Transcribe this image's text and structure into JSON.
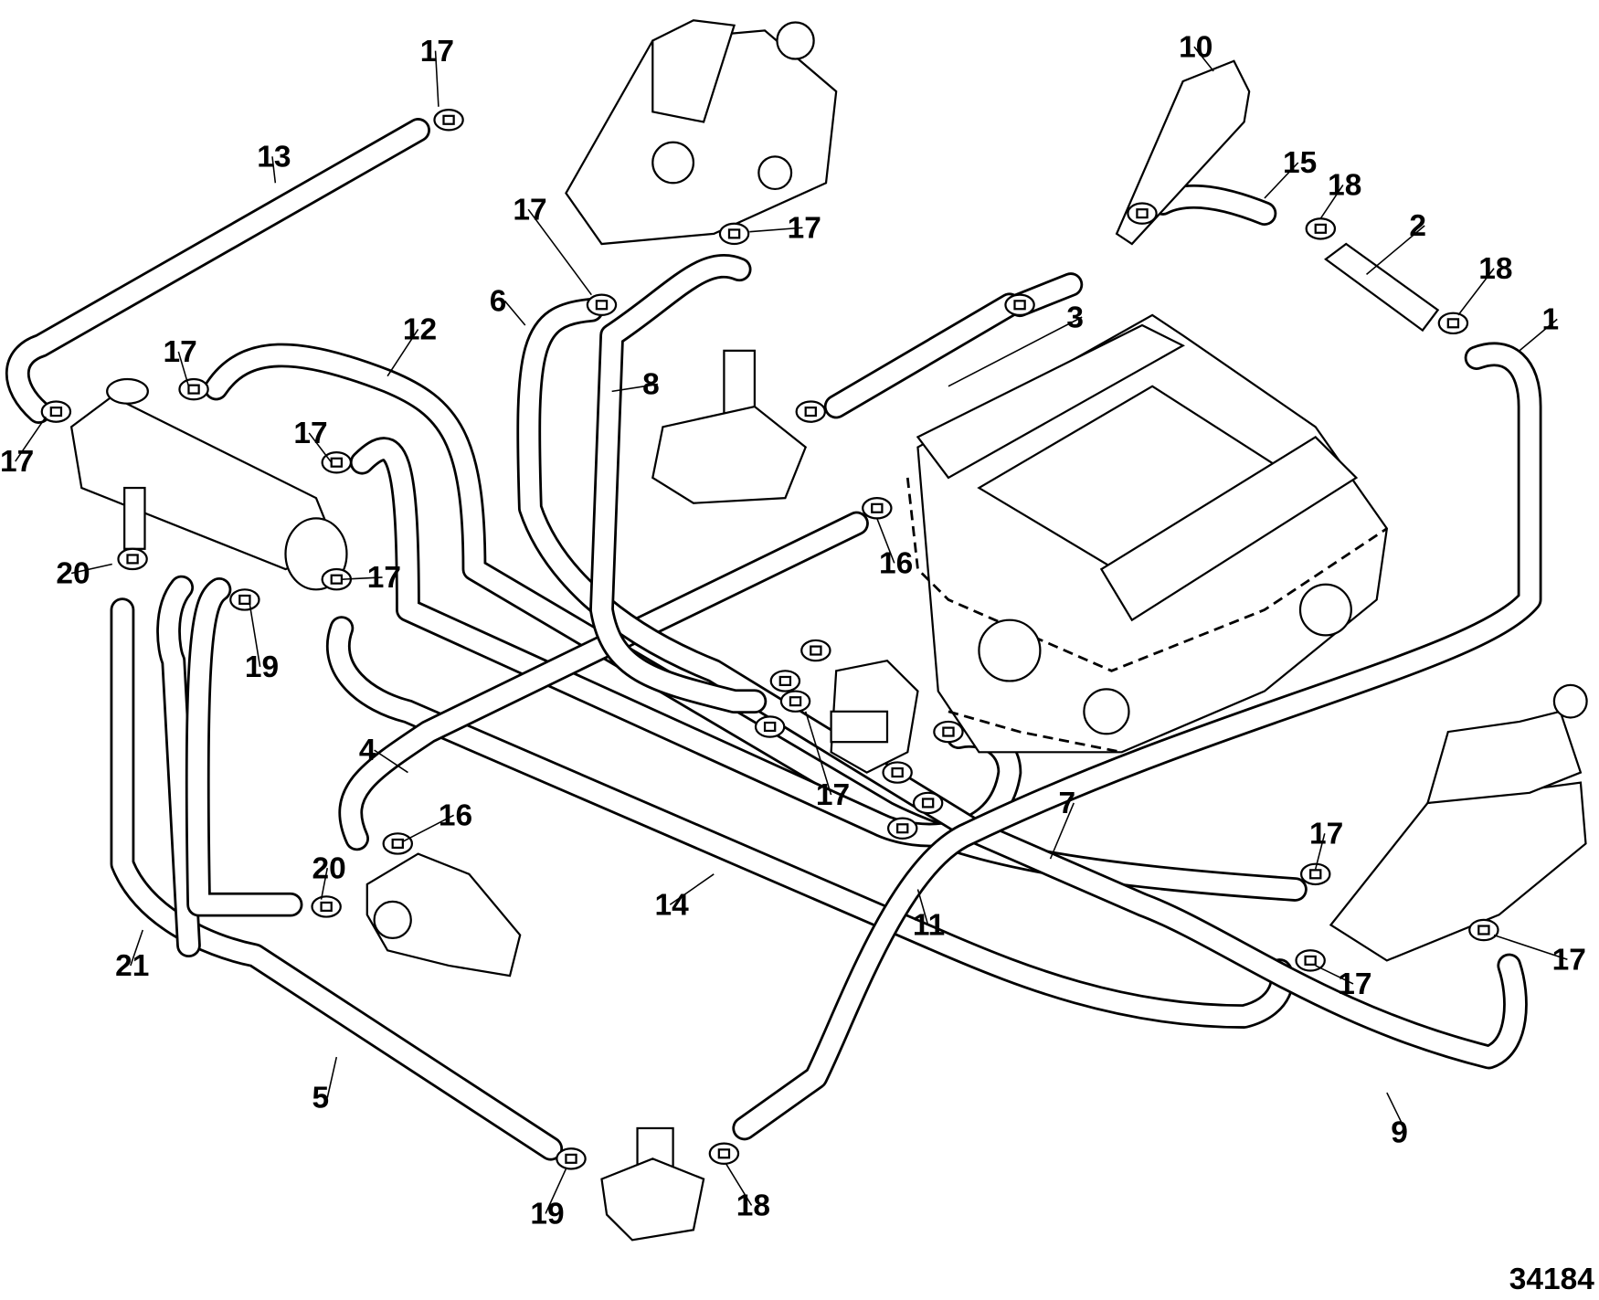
{
  "callouts": [
    "17",
    "13",
    "10",
    "15",
    "18",
    "17",
    "17",
    "2",
    "18",
    "6",
    "3",
    "1",
    "12",
    "17",
    "8",
    "17",
    "17",
    "16",
    "20",
    "17",
    "19",
    "4",
    "17",
    "7",
    "16",
    "20",
    "17",
    "14",
    "11",
    "17",
    "17",
    "21",
    "5",
    "9",
    "19",
    "18"
  ],
  "figure_number": "34184"
}
